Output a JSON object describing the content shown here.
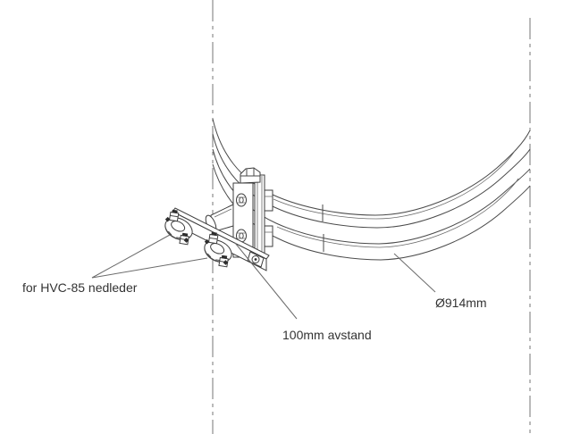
{
  "drawing": {
    "background_color": "#ffffff",
    "line_color": "#4a4a4a",
    "centerline_color": "#757575",
    "leader_color": "#6b6b6b",
    "text_color": "#333333",
    "labels": {
      "clamp_label": "for HVC-85 nedleder",
      "spacing_label": "100mm avstand",
      "diameter_label": "Ø914mm"
    }
  }
}
